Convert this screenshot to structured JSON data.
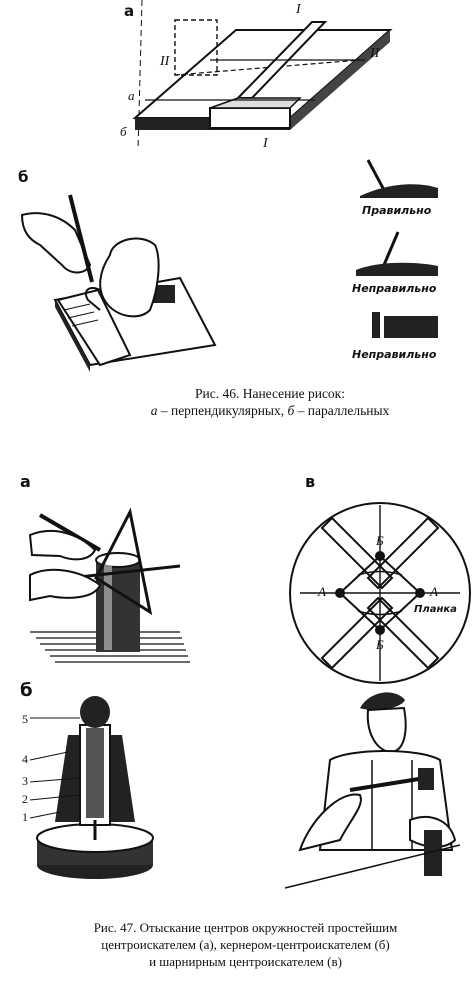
{
  "fig46": {
    "label_a": "а",
    "label_b": "б",
    "roman_1_top": "I",
    "roman_1_bottom": "I",
    "roman_2_left": "II",
    "roman_2_right": "II",
    "edge_a": "а",
    "edge_b": "б",
    "correct": "Правильно",
    "incorrect_1": "Неправильно",
    "incorrect_2": "Неправильно",
    "caption_title": "Рис. 46. Нанесение рисок:",
    "caption_a": "а",
    "caption_text1": " – перпендикулярных, ",
    "caption_b": "б",
    "caption_text2": " – параллельных"
  },
  "fig47": {
    "label_a": "а",
    "label_v": "в",
    "label_b": "б",
    "point_b_top": "Б",
    "point_b_bottom": "Б",
    "point_a_left": "А",
    "point_a_right": "А",
    "planka": "Планка",
    "parts": [
      "5",
      "4",
      "3",
      "2",
      "1"
    ],
    "caption_line1": "Рис. 47. Отыскание центров окружностей простейшим",
    "caption_line2": "центроискателем (а), кернером-центроискателем (б)",
    "caption_line3": "и шарнирным центроискателем (в)"
  }
}
